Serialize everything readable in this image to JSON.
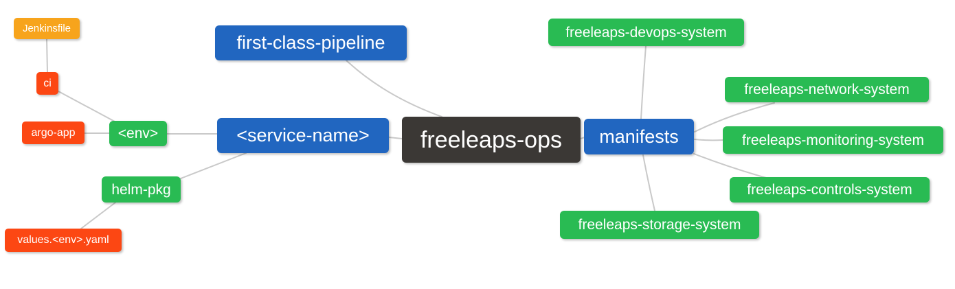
{
  "mindmap": {
    "root": {
      "label": "freeleaps-ops",
      "level": 0
    },
    "nodes": {
      "first_class_pipeline": {
        "label": "first-class-pipeline",
        "level": 1
      },
      "service_name": {
        "label": "<service-name>",
        "level": 1
      },
      "manifests": {
        "label": "manifests",
        "level": 1
      },
      "env": {
        "label": "<env>",
        "level": 2
      },
      "helm_pkg": {
        "label": "helm-pkg",
        "level": 2
      },
      "ci": {
        "label": "ci",
        "level": 3
      },
      "argo_app": {
        "label": "argo-app",
        "level": 3
      },
      "values_env_yaml": {
        "label": "values.<env>.yaml",
        "level": 3
      },
      "jenkinsfile": {
        "label": "Jenkinsfile",
        "level": 4
      },
      "devops_system": {
        "label": "freeleaps-devops-system",
        "level": 2
      },
      "network_system": {
        "label": "freeleaps-network-system",
        "level": 2
      },
      "monitoring_system": {
        "label": "freeleaps-monitoring-system",
        "level": 2
      },
      "controls_system": {
        "label": "freeleaps-controls-system",
        "level": 2
      },
      "storage_system": {
        "label": "freeleaps-storage-system",
        "level": 2
      }
    },
    "edges": [
      [
        "Jenkinsfile",
        "ci"
      ],
      [
        "ci",
        "<env>"
      ],
      [
        "argo-app",
        "<env>"
      ],
      [
        "<env>",
        "<service-name>"
      ],
      [
        "helm-pkg",
        "<service-name>"
      ],
      [
        "values.<env>.yaml",
        "helm-pkg"
      ],
      [
        "first-class-pipeline",
        "freeleaps-ops"
      ],
      [
        "<service-name>",
        "freeleaps-ops"
      ],
      [
        "freeleaps-ops",
        "manifests"
      ],
      [
        "manifests",
        "freeleaps-devops-system"
      ],
      [
        "manifests",
        "freeleaps-network-system"
      ],
      [
        "manifests",
        "freeleaps-monitoring-system"
      ],
      [
        "manifests",
        "freeleaps-controls-system"
      ],
      [
        "manifests",
        "freeleaps-storage-system"
      ]
    ],
    "colors": {
      "root_bg": "#3b3835",
      "level1_bg": "#2166c0",
      "level2_bg": "#29bb53",
      "level3_bg": "#fc4713",
      "level4_bg": "#f7a41c",
      "text": "#ffffff",
      "edge": "#c9c9c9",
      "background": "#ffffff"
    }
  }
}
